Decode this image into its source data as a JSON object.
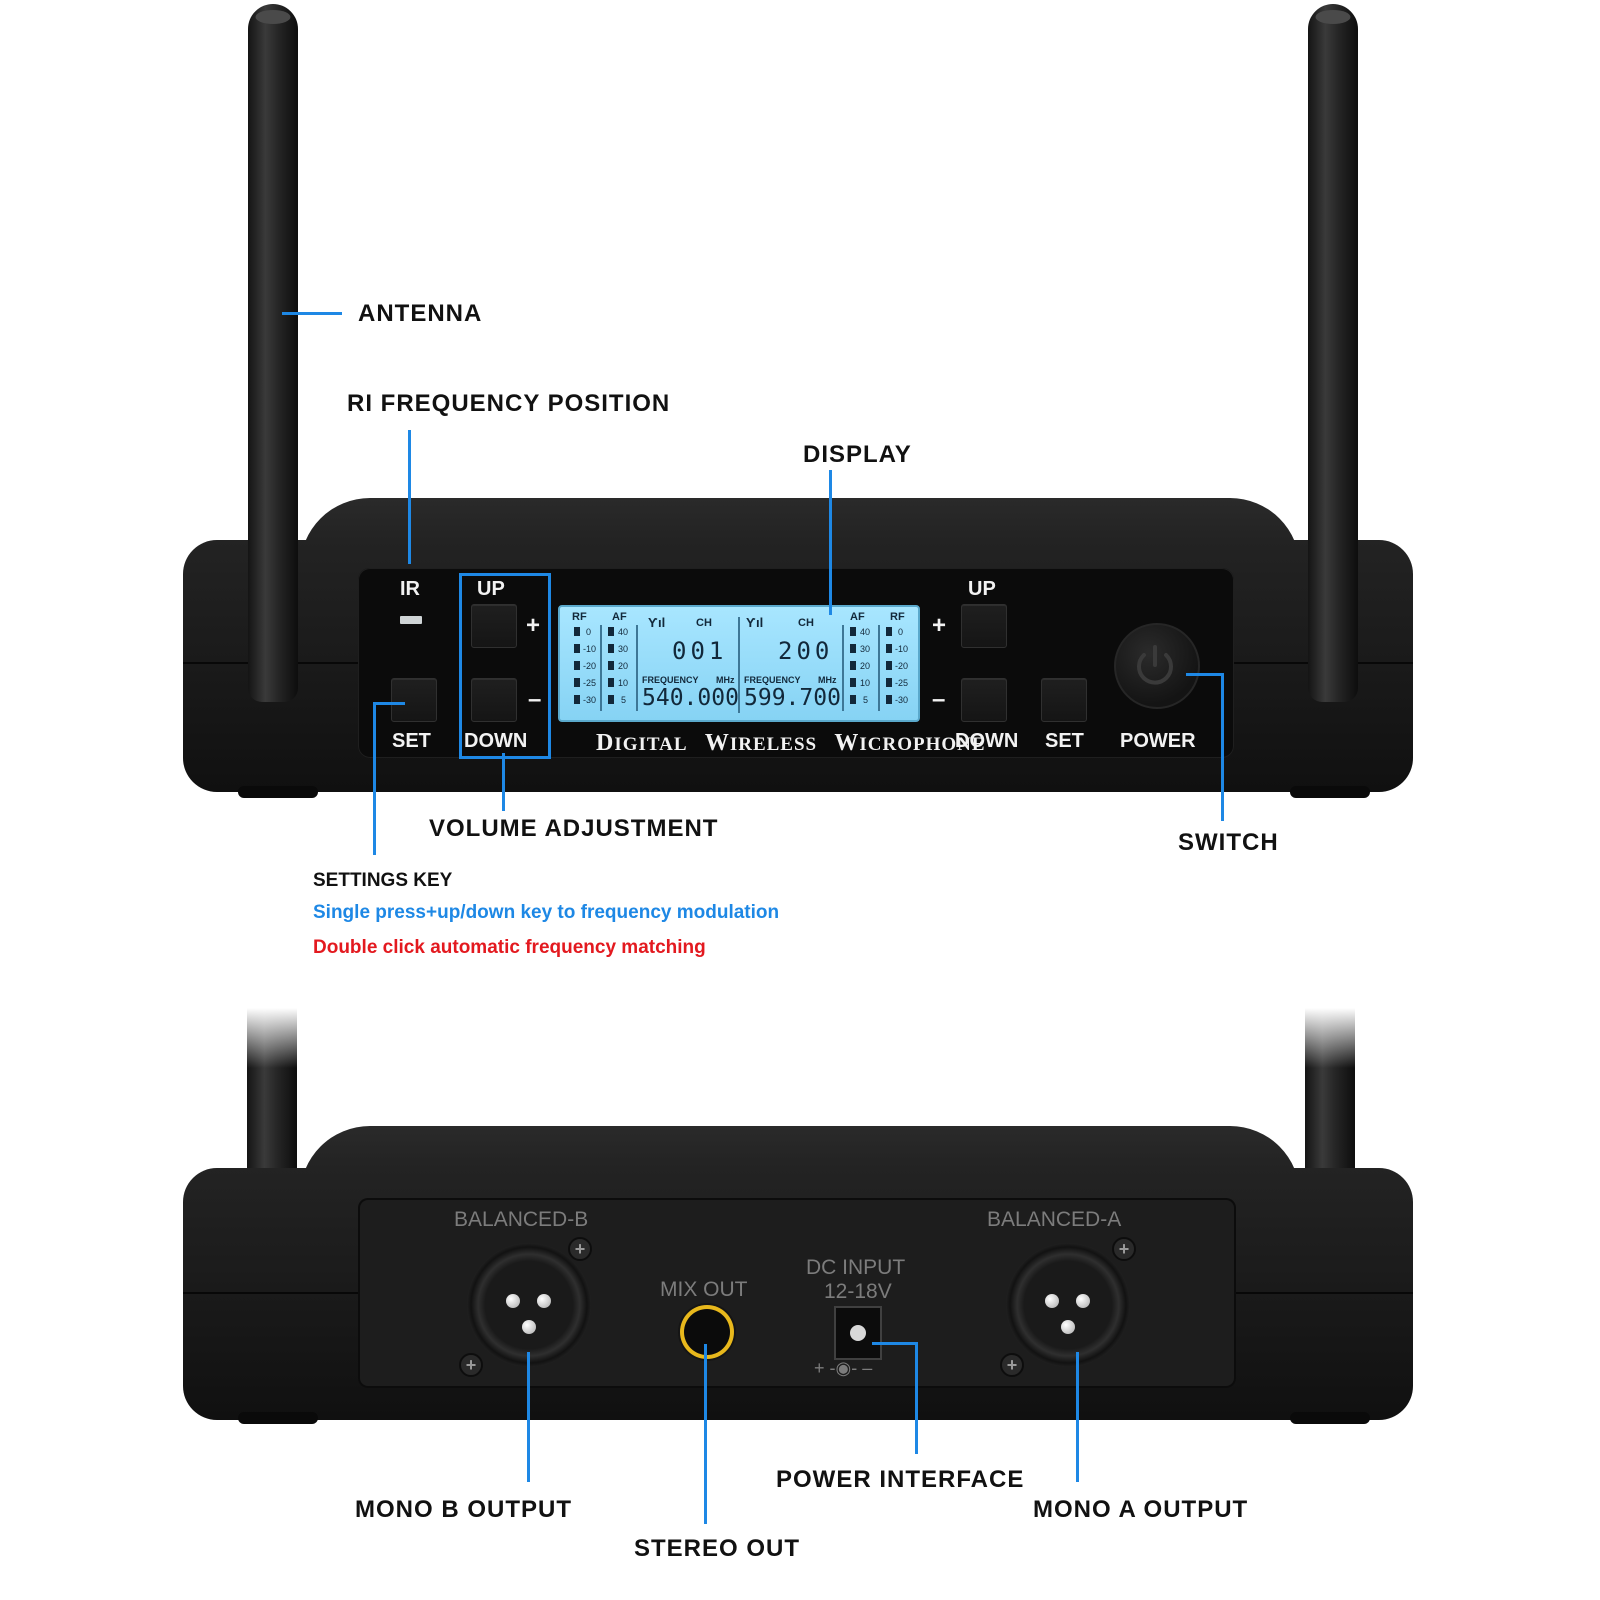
{
  "callouts": {
    "antenna": "ANTENNA",
    "ri_frequency": "RI FREQUENCY POSITION",
    "display": "DISPLAY",
    "volume": "VOLUME ADJUSTMENT",
    "switch": "SWITCH",
    "settings_key": "SETTINGS KEY",
    "settings_note_1": "Single press+up/down key to frequency modulation",
    "settings_note_2": "Double click automatic frequency matching",
    "mono_b": "MONO B OUTPUT",
    "stereo_out": "STEREO OUT",
    "power_interface": "POWER INTERFACE",
    "mono_a": "MONO A OUTPUT"
  },
  "front_panel": {
    "ir": "IR",
    "up_left": "UP",
    "down_left": "DOWN",
    "set_left": "SET",
    "plus": "+",
    "minus": "–",
    "up_right": "UP",
    "down_right": "DOWN",
    "set_right": "SET",
    "power": "POWER",
    "brand_words": [
      {
        "first": "D",
        "rest": "IGITAL"
      },
      {
        "first": "W",
        "rest": "IRELESS"
      },
      {
        "first": "W",
        "rest": "ICROPHONE"
      }
    ]
  },
  "lcd": {
    "left": {
      "rf_label": "RF",
      "af_label": "AF",
      "rf_scale": [
        "0",
        "-10",
        "-20",
        "-25",
        "-30"
      ],
      "af_scale": [
        "40",
        "30",
        "20",
        "10",
        "5"
      ],
      "ch_label": "CH",
      "channel": "001",
      "freq_label": "FREQUENCY",
      "unit": "MHz",
      "frequency": "540.000"
    },
    "right": {
      "rf_label": "RF",
      "af_label": "AF",
      "rf_scale": [
        "0",
        "-10",
        "-20",
        "-25",
        "-30"
      ],
      "af_scale": [
        "40",
        "30",
        "20",
        "10",
        "5"
      ],
      "ch_label": "CH",
      "channel": "200",
      "freq_label": "FREQUENCY",
      "unit": "MHz",
      "frequency": "599.700"
    }
  },
  "back_panel": {
    "balanced_b": "BALANCED-B",
    "balanced_a": "BALANCED-A",
    "mix_out": "MIX  OUT",
    "dc_input": "DC INPUT",
    "dc_voltage": "12-18V",
    "polarity": "+ -◉- –"
  },
  "colors": {
    "accent": "#1e88e5",
    "note_blue": "#1e88e5",
    "note_red": "#e3191f",
    "lcd": "#9ee0fb"
  }
}
